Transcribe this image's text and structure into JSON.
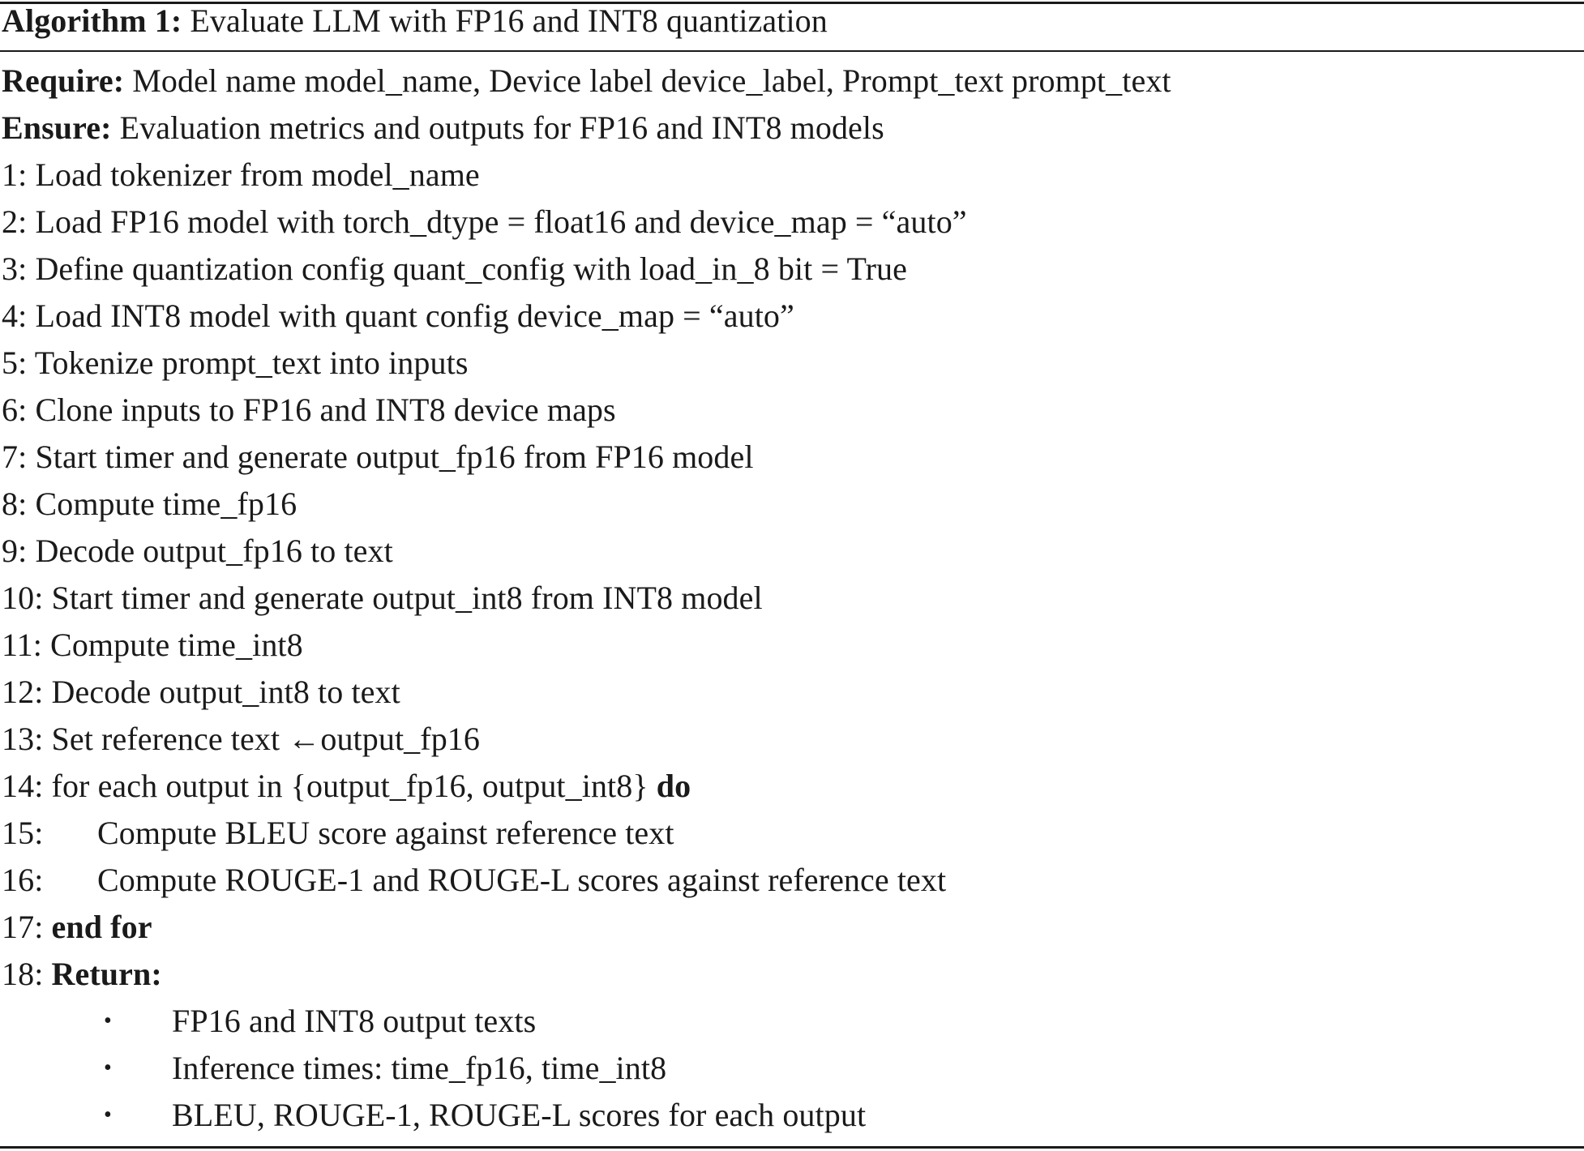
{
  "algorithm": {
    "label": "Algorithm 1:",
    "title": "Evaluate LLM with FP16 and INT8 quantization"
  },
  "require": {
    "label": "Require:",
    "text": "Model name model_name, Device label device_label, Prompt_text prompt_text"
  },
  "ensure": {
    "label": "Ensure:",
    "text": "Evaluation metrics and outputs for FP16 and INT8 models"
  },
  "steps": [
    {
      "num": "1:",
      "text": "Load tokenizer from model_name"
    },
    {
      "num": "2:",
      "text": "Load FP16 model with torch_dtype = float16 and device_map = “auto”"
    },
    {
      "num": "3:",
      "text": "Define quantization config quant_config with load_in_8 bit = True"
    },
    {
      "num": "4:",
      "text": "Load INT8 model with quant config device_map = “auto”"
    },
    {
      "num": "5:",
      "text": "Tokenize prompt_text into inputs"
    },
    {
      "num": "6:",
      "text": "Clone inputs to FP16 and INT8 device maps"
    },
    {
      "num": "7:",
      "text": "Start timer and generate output_fp16 from FP16 model"
    },
    {
      "num": "8:",
      "text": "Compute time_fp16"
    },
    {
      "num": "9:",
      "text": "Decode output_fp16 to text"
    },
    {
      "num": "10:",
      "text": "Start timer and generate output_int8 from INT8 model"
    },
    {
      "num": "11:",
      "text": "Compute time_int8"
    },
    {
      "num": "12:",
      "text": "Decode output_int8 to text"
    },
    {
      "num": "13:",
      "text": "Set reference text ←output_fp16"
    },
    {
      "num": "14:",
      "text": "for each output in {output_fp16, output_int8}",
      "keyword": "do"
    },
    {
      "num": "15:",
      "text": "Compute BLEU score against reference text"
    },
    {
      "num": "16:",
      "text": "Compute ROUGE-1 and ROUGE-L scores against reference text"
    },
    {
      "num": "17:",
      "keyword": "end for"
    },
    {
      "num": "18:",
      "keyword": "Return:"
    }
  ],
  "returns": [
    {
      "bullet": "•",
      "text": "FP16 and INT8 output texts"
    },
    {
      "bullet": "•",
      "text": "Inference times: time_fp16, time_int8"
    },
    {
      "bullet": "•",
      "text": "BLEU, ROUGE-1, ROUGE-L scores for each output"
    }
  ]
}
